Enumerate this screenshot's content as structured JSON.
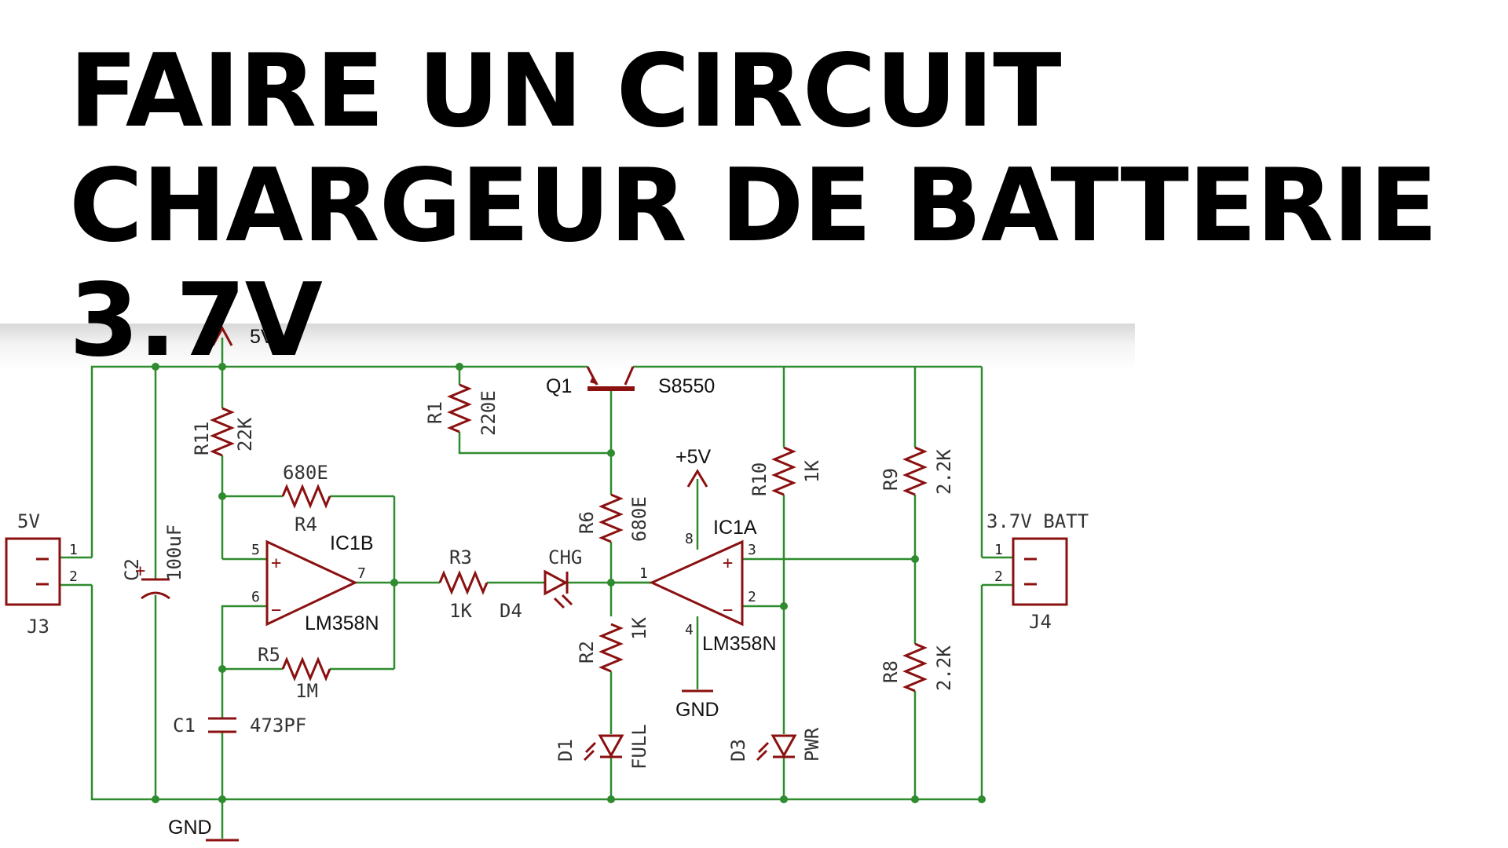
{
  "title": {
    "line1": "FAIRE UN CIRCUIT",
    "line2": "CHARGEUR DE BATTERIE",
    "line3": "3.7V"
  },
  "diagram": {
    "supply_top_label": "5V",
    "connectors": {
      "j3": {
        "ref": "J3",
        "name": "5V",
        "pin1": "1",
        "pin2": "2"
      },
      "j4": {
        "ref": "J4",
        "name": "3.7V BATT",
        "pin1": "1",
        "pin2": "2"
      }
    },
    "transistor": {
      "ref": "Q1",
      "part": "S8550"
    },
    "opamps": {
      "ic1b": {
        "ref": "IC1B",
        "part": "LM358N",
        "pin_plus": "5",
        "pin_minus": "6",
        "pin_out": "7",
        "plus": "+",
        "minus": "−"
      },
      "ic1a": {
        "ref": "IC1A",
        "part": "LM358N",
        "pin_plus": "3",
        "pin_minus": "2",
        "pin_out": "1",
        "pin_vcc": "8",
        "pin_gnd": "4",
        "plus": "+",
        "minus": "−"
      }
    },
    "resistors": {
      "r1": {
        "ref": "R1",
        "value": "220E"
      },
      "r2": {
        "ref": "R2",
        "value": "1K"
      },
      "r3": {
        "ref": "R3",
        "value": "1K"
      },
      "r4": {
        "ref": "R4",
        "value": "680E"
      },
      "r5": {
        "ref": "R5",
        "value": "1M"
      },
      "r6": {
        "ref": "R6",
        "value": "680E"
      },
      "r8": {
        "ref": "R8",
        "value": "2.2K"
      },
      "r9": {
        "ref": "R9",
        "value": "2.2K"
      },
      "r10": {
        "ref": "R10",
        "value": "1K"
      },
      "r11": {
        "ref": "R11",
        "value": "22K"
      }
    },
    "capacitors": {
      "c1": {
        "ref": "C1",
        "value": "473PF"
      },
      "c2": {
        "ref": "C2",
        "value": "100uF",
        "polarity": "+"
      }
    },
    "leds": {
      "d1": {
        "ref": "D1",
        "label": "FULL"
      },
      "d3": {
        "ref": "D3",
        "label": "PWR"
      },
      "d4": {
        "ref": "D4",
        "label": "CHG"
      }
    },
    "power_labels": {
      "vcc": "+5V",
      "gnd_opamp": "GND",
      "gnd_main": "GND"
    },
    "colors": {
      "wire": "#2e8b2e",
      "component": "#8b1010",
      "title_text": "#000000"
    }
  }
}
